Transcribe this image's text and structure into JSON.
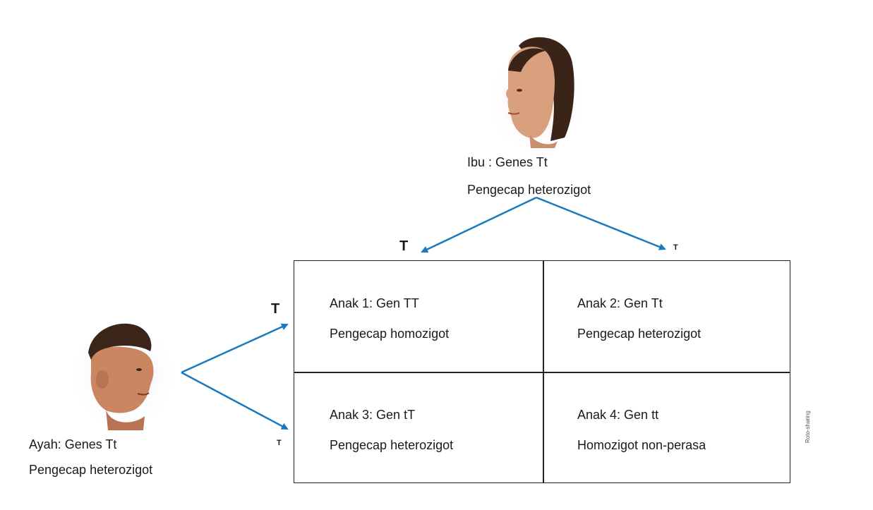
{
  "mother": {
    "genes": "Ibu : Genes Tt",
    "phenotype": "Pengecap heterozigot",
    "alleles": [
      "T",
      "T"
    ]
  },
  "father": {
    "genes": "Ayah: Genes Tt",
    "phenotype": "Pengecap heterozigot",
    "alleles": [
      "T",
      "T"
    ]
  },
  "cells": [
    {
      "title": "Anak 1: Gen TT",
      "desc": "Pengecap homozigot"
    },
    {
      "title": "Anak 2: Gen Tt",
      "desc": "Pengecap heterozigot"
    },
    {
      "title": "Anak 3: Gen tT",
      "desc": "Pengecap heterozigot"
    },
    {
      "title": "Anak 4: Gen tt",
      "desc": "Homozigot non-perasa"
    }
  ],
  "watermark": "Roto-sharing",
  "colors": {
    "arrow": "#1a7abf",
    "border": "#222222"
  }
}
